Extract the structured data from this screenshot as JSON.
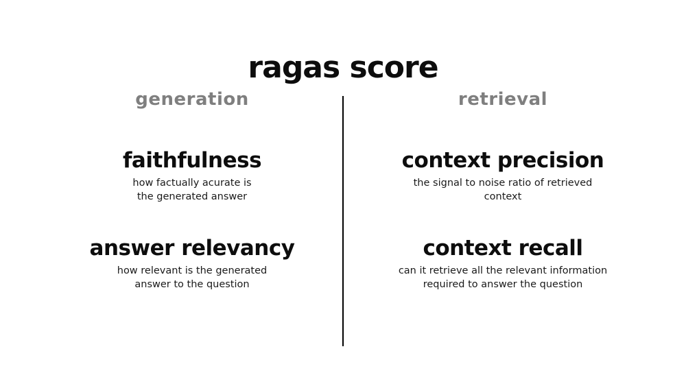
{
  "title": "ragas score",
  "colors": {
    "background": "#ffffff",
    "title_black": "#0d0d0d",
    "header_gray": "#7f7f7f",
    "divider_black": "#000000"
  },
  "columns": [
    {
      "header": "generation",
      "items": [
        {
          "term": "faithfulness",
          "description": "how factually acurate is\nthe generated answer"
        },
        {
          "term": "answer relevancy",
          "description": "how relevant is the generated\nanswer to the question"
        }
      ]
    },
    {
      "header": "retrieval",
      "items": [
        {
          "term": "context precision",
          "description": "the signal to noise ratio of retrieved\ncontext"
        },
        {
          "term": "context recall",
          "description": "can it retrieve all the relevant information\nrequired to answer the question"
        }
      ]
    }
  ]
}
